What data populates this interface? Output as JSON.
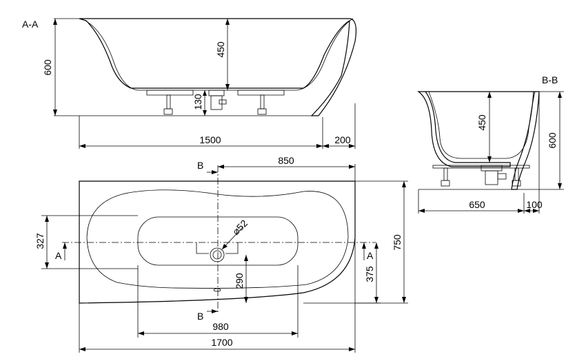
{
  "views": {
    "section_aa": {
      "label": "A-A"
    },
    "section_bb": {
      "label": "B-B"
    }
  },
  "dimensions": {
    "aa_height_600": "600",
    "aa_depth_450": "450",
    "aa_drain_130": "130",
    "aa_width_1500": "1500",
    "aa_offset_200": "200",
    "bb_depth_450": "450",
    "bb_height_600": "600",
    "bb_width_650": "650",
    "bb_offset_100": "100",
    "top_850": "850",
    "top_327": "327",
    "top_diameter_52": "⌀52",
    "top_290": "290",
    "top_375": "375",
    "top_750": "750",
    "top_980": "980",
    "top_1700": "1700"
  },
  "section_markers": {
    "b_top": "B",
    "b_bottom": "B",
    "a_left": "A",
    "a_right": "A"
  },
  "colors": {
    "line": "#000000",
    "background": "#ffffff"
  }
}
